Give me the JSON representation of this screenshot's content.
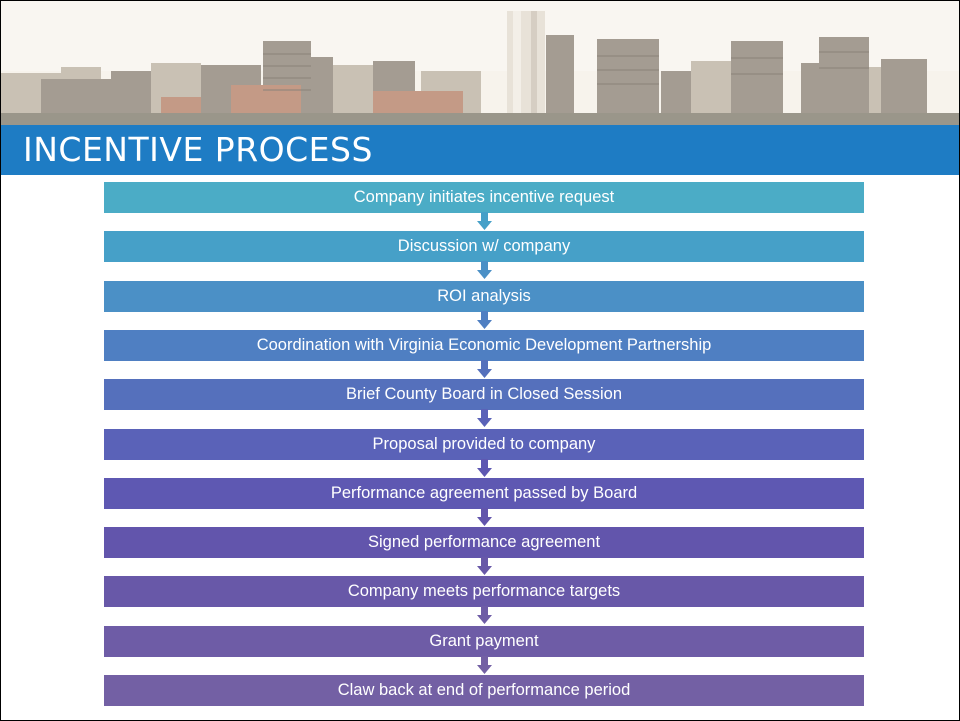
{
  "title": "INCENTIVE PROCESS",
  "colors": {
    "title_bar": "#1e7cc4",
    "step_colors": [
      "#4bacc6",
      "#46a0c8",
      "#4b90c6",
      "#4f7fc2",
      "#5570bc",
      "#5a62b8",
      "#5e58b2",
      "#6255ac",
      "#6858a8",
      "#6e5ca6",
      "#7360a4"
    ]
  },
  "steps": [
    {
      "label": "Company initiates incentive request"
    },
    {
      "label": "Discussion w/ company"
    },
    {
      "label": "ROI analysis"
    },
    {
      "label": "Coordination with Virginia Economic Development Partnership"
    },
    {
      "label": "Brief County Board in Closed Session"
    },
    {
      "label": "Proposal provided to company"
    },
    {
      "label": "Performance agreement passed by Board"
    },
    {
      "label": "Signed performance agreement"
    },
    {
      "label": "Company meets performance targets"
    },
    {
      "label": "Grant payment"
    },
    {
      "label": "Claw back at end of performance period"
    }
  ]
}
